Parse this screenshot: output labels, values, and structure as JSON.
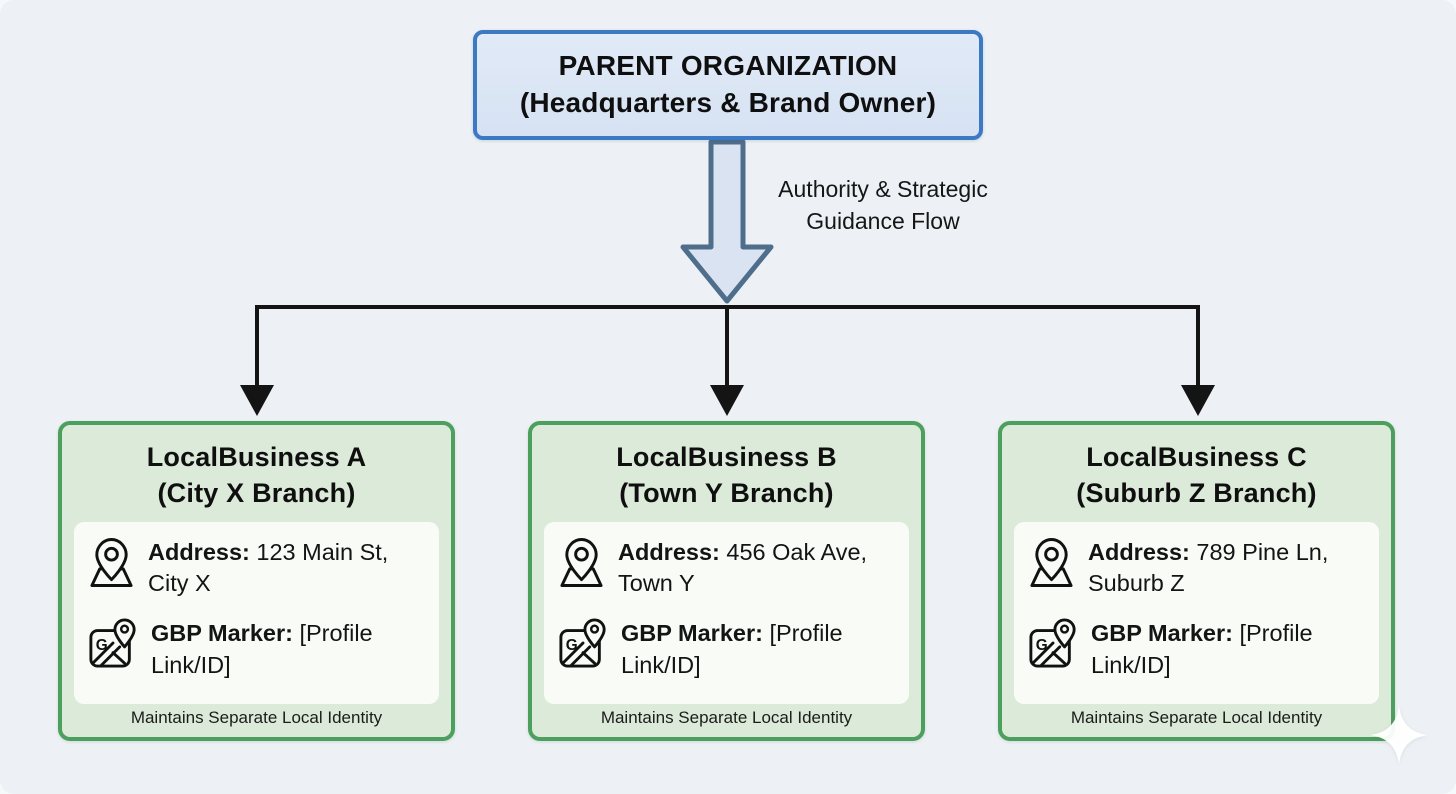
{
  "parent_box": {
    "title_line1": "PARENT ORGANIZATION",
    "title_line2": "(Headquarters & Brand Owner)"
  },
  "flow_label": {
    "line1": "Authority & Strategic",
    "line2": "Guidance Flow"
  },
  "branches": [
    {
      "title_line1": "LocalBusiness A",
      "title_line2": "(City X Branch)",
      "address_label": "Address:",
      "address_value": "123 Main St, City X",
      "gbp_label": "GBP Marker:",
      "gbp_value": "[Profile Link/ID]",
      "footer": "Maintains Separate Local Identity"
    },
    {
      "title_line1": "LocalBusiness B",
      "title_line2": "(Town Y Branch)",
      "address_label": "Address:",
      "address_value": "456 Oak Ave, Town Y",
      "gbp_label": "GBP Marker:",
      "gbp_value": "[Profile Link/ID]",
      "footer": "Maintains Separate Local Identity"
    },
    {
      "title_line1": "LocalBusiness C",
      "title_line2": "(Suburb Z Branch)",
      "address_label": "Address:",
      "address_value": "789 Pine Ln, Suburb Z",
      "gbp_label": "GBP Marker:",
      "gbp_value": "[Profile Link/ID]",
      "footer": "Maintains Separate Local Identity"
    }
  ],
  "icons": {
    "location": "location-pin-icon",
    "gbp": "google-maps-marker-icon",
    "gbp_letter": "G",
    "sparkle": "sparkle-icon",
    "flow_arrow": "down-arrow"
  },
  "colors": {
    "canvas_bg": "#edf1f5",
    "parent_border": "#3b7ac3",
    "parent_fill": "#dce6f5",
    "arrow_fill": "#d9e3f1",
    "arrow_stroke": "#4f6e8b",
    "connector": "#141414",
    "branch_border": "#4d9f5e",
    "branch_fill": "#dcead9",
    "panel_fill": "#f9fbf7",
    "text": "#121212"
  }
}
